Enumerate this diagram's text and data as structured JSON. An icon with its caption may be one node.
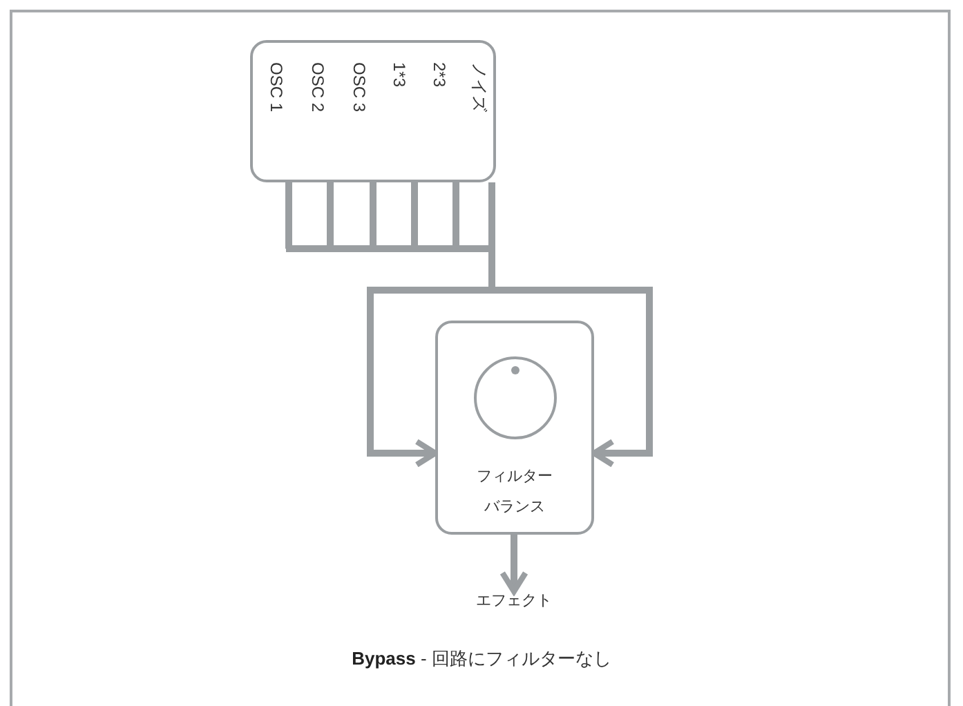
{
  "diagram": {
    "caption": "**Bypass** - 回路にフィルターなし",
    "nodes": [
      {
        "text": [
          "OSC 1",
          "OSC 2",
          "OSC 3",
          "1*3",
          "2*3",
          "ノイズ"
        ]
      },
      {
        "text": [
          "フィルター",
          "バランス"
        ]
      },
      {
        "text": [
          "エフェクト"
        ]
      }
    ],
    "edges": [
      {
        "from": 0,
        "to": 1,
        "arrow": "to"
      },
      {
        "from": 0,
        "to": 1,
        "arrow": "to"
      },
      {
        "from": 1,
        "to": 2,
        "arrow": "to"
      }
    ]
  }
}
